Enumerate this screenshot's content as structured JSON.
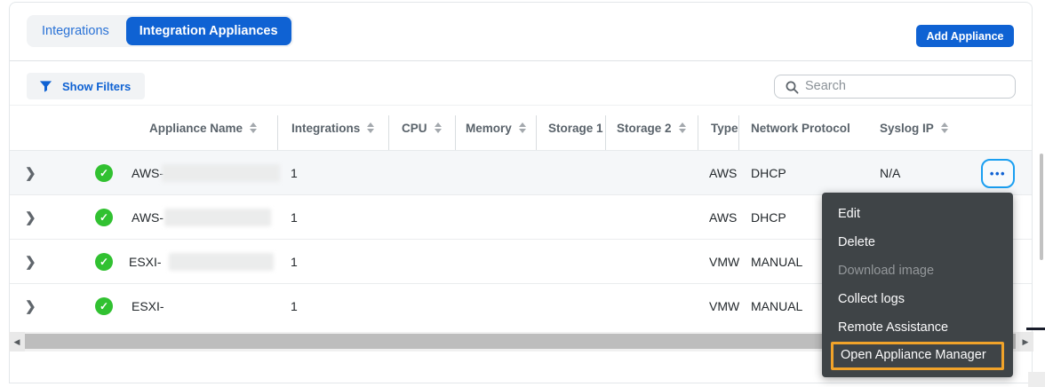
{
  "tabs": {
    "integrations": "Integrations",
    "integration_appliances": "Integration Appliances"
  },
  "header": {
    "add_appliance_label": "Add Appliance"
  },
  "toolbar": {
    "show_filters_label": "Show Filters",
    "search_placeholder": "Search"
  },
  "table": {
    "columns": [
      {
        "label": "Appliance Name",
        "sortable": true
      },
      {
        "label": "Integrations",
        "sortable": true
      },
      {
        "label": "CPU",
        "sortable": true
      },
      {
        "label": "Memory",
        "sortable": true
      },
      {
        "label": "Storage 1",
        "sortable": false
      },
      {
        "label": "Storage 2",
        "sortable": true
      },
      {
        "label": "Type",
        "sortable": false
      },
      {
        "label": "Network Protocol",
        "sortable": false
      },
      {
        "label": "Syslog IP",
        "sortable": true
      }
    ],
    "rows": [
      {
        "status": "connected",
        "name": "AWS-",
        "redacted": true,
        "integrations": "1",
        "type": "AWS",
        "network_protocol": "DHCP",
        "syslog_ip": "N/A"
      },
      {
        "status": "connected",
        "name": "AWS-",
        "redacted": true,
        "integrations": "1",
        "type": "AWS",
        "network_protocol": "DHCP",
        "syslog_ip": ""
      },
      {
        "status": "connected",
        "name": "ESXI-",
        "redacted": true,
        "integrations": "1",
        "type": "VMW",
        "network_protocol": "MANUAL",
        "syslog_ip": ""
      },
      {
        "status": "connected",
        "name": "ESXI-",
        "redacted": false,
        "integrations": "1",
        "type": "VMW",
        "network_protocol": "MANUAL",
        "syslog_ip": ""
      }
    ]
  },
  "menu": {
    "items": [
      {
        "label": "Edit",
        "disabled": false,
        "highlighted": false
      },
      {
        "label": "Delete",
        "disabled": false,
        "highlighted": false
      },
      {
        "label": "Download image",
        "disabled": true,
        "highlighted": false
      },
      {
        "label": "Collect logs",
        "disabled": false,
        "highlighted": false
      },
      {
        "label": "Remote Assistance",
        "disabled": false,
        "highlighted": false
      },
      {
        "label": "Open Appliance Manager",
        "disabled": false,
        "highlighted": true
      }
    ]
  },
  "icons": {
    "expand_chevron": "❯",
    "status_check": "✓",
    "row_actions": "•••",
    "scroll_left": "◀",
    "scroll_right": "▶",
    "filter": "funnel-shape",
    "search": "magnifier-shape"
  },
  "colors": {
    "accent_blue": "#0f62d3",
    "actions_border_blue": "#1a9ff1",
    "status_green": "#31c131",
    "menu_background": "#3f4447",
    "menu_highlight_orange": "#f1a32a",
    "menu_disabled_text": "#93979a"
  }
}
